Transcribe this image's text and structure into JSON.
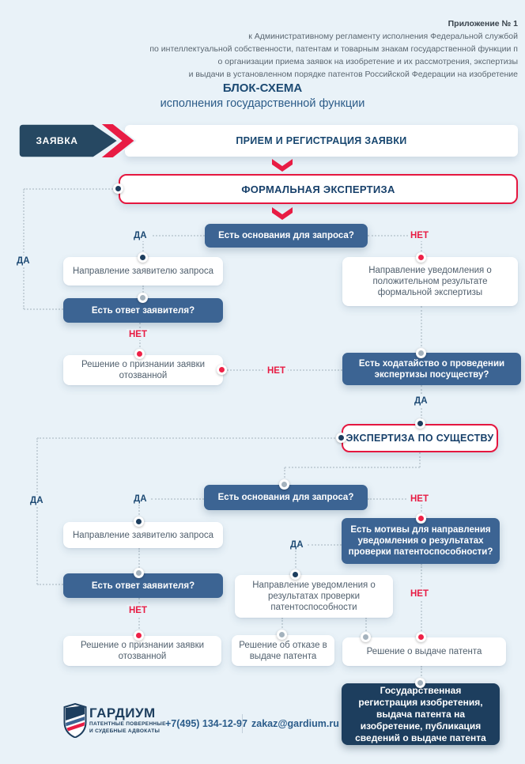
{
  "note": {
    "lines": [
      "Приложение № 1",
      "к Административному регламенту исполнения Федеральной службой",
      "по интеллектуальной собственности, патентам и товарным знакам государственной функции п",
      "о организации приема заявок на изобретение и их рассмотрения, экспертизы",
      "и выдачи в установленном порядке патентов Российской Федерации на изобретение"
    ]
  },
  "title": {
    "main": "БЛОК-СХЕМА",
    "subtitle": "исполнения государственной функции"
  },
  "labels": {
    "yes": "ДА",
    "no": "НЕТ"
  },
  "flow": {
    "start": "ЗАЯВКА",
    "reception": "ПРИЕМ И РЕГИСТРАЦИЯ ЗАЯВКИ",
    "formal_exam": "ФОРМАЛЬНАЯ ЭКСПЕРТИЗА",
    "q_grounds_1": "Есть основания для запроса?",
    "send_request_1": "Направление заявителю запроса",
    "q_reply_1": "Есть ответ заявителя?",
    "withdrawn_1": "Решение о признании заявки отозванной",
    "positive_notice": "Направление уведомления о положительном результате формальной экспертизы",
    "q_petition": "Есть ходатайство о проведении экспертизы посуществу?",
    "substantive_exam": "ЭКСПЕРТИЗА ПО СУЩЕСТВУ",
    "q_grounds_2": "Есть основания для запроса?",
    "send_request_2": "Направление заявителю запроса",
    "q_reply_2": "Есть ответ заявителя?",
    "withdrawn_2": "Решение о признании заявки отозванной",
    "q_motives": "Есть мотивы для направления уведомления о результатах проверки патентоспособности?",
    "patentability_notice": "Направление уведомления о результатах проверки патентоспособности",
    "refusal": "Решение об отказе в выдаче патента",
    "grant": "Решение о выдаче патента",
    "registration": "Государственная регистрация изобретения, выдача патента на изобретение, публикация сведений о выдаче патента"
  },
  "footer": {
    "brand": "ГАРДИУМ",
    "tagline1": "ПАТЕНТНЫЕ ПОВЕРЕННЫЕ",
    "tagline2": "И СУДЕБНЫЕ АДВОКАТЫ",
    "phone": "+7(495) 134-12-97",
    "email": "zakaz@gardium.ru"
  },
  "colors": {
    "background": "#e9f2f8",
    "navy": "#1d3e5e",
    "banner_navy": "#264862",
    "question_blue": "#3c6493",
    "accent_red": "#e81c44",
    "box_text": "#51606e",
    "connector": "#c6d2da"
  }
}
